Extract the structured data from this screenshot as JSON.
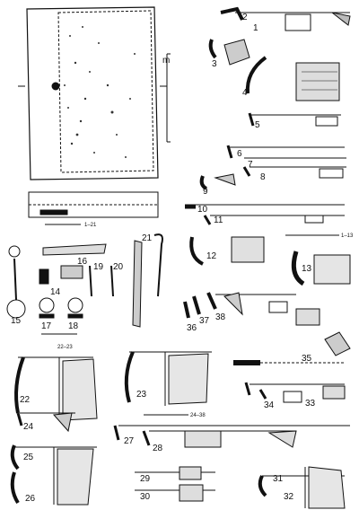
{
  "plate": {
    "figure_numbers": [
      "1",
      "2",
      "3",
      "4",
      "5",
      "6",
      "7",
      "8",
      "9",
      "10",
      "11",
      "12",
      "13",
      "14",
      "15",
      "16",
      "17",
      "18",
      "19",
      "20",
      "21",
      "22",
      "23",
      "24",
      "25",
      "26",
      "27",
      "28",
      "29",
      "30",
      "31",
      "32",
      "33",
      "34",
      "35",
      "36",
      "37",
      "38"
    ],
    "scale_labels": {
      "grave_m": "m",
      "s_1_21": "1–21",
      "s_1_13": "1–13",
      "s_22_23": "22–23",
      "s_24_38": "24–38"
    }
  }
}
